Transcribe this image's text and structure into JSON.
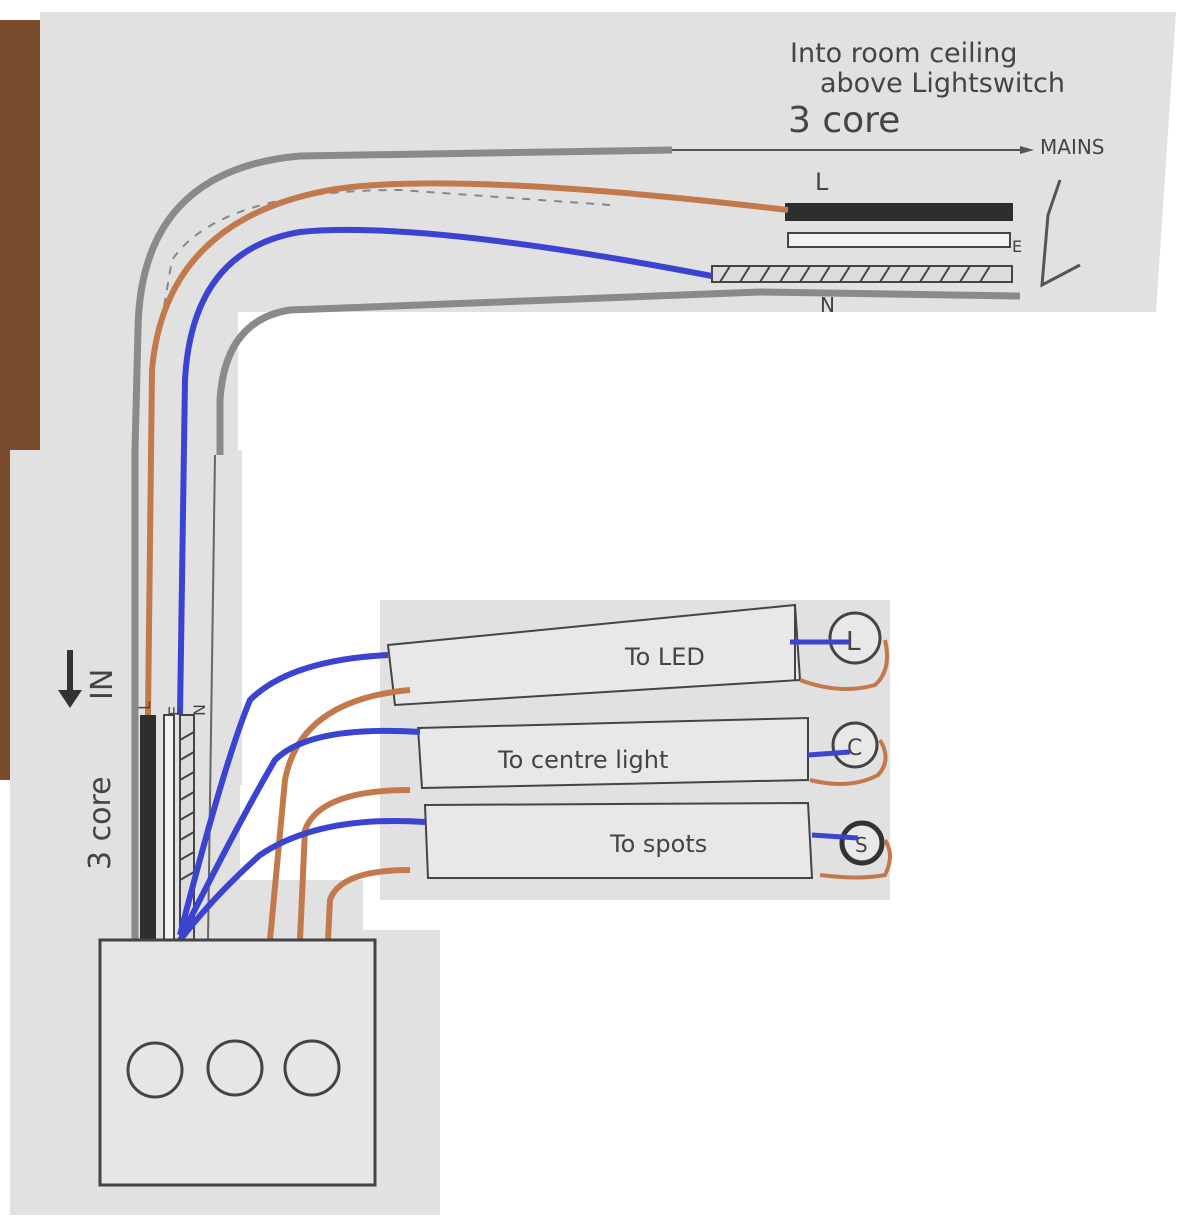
{
  "annotations": {
    "title_line1": "Into room ceiling",
    "title_line2": "above Lightswitch",
    "top_cable": "3 core",
    "mains": "MAINS",
    "live": "L",
    "earth": "E",
    "neutral": "N",
    "in_label": "IN",
    "side_cable": "3 core",
    "wire_l": "L",
    "wire_e": "E",
    "wire_n": "N"
  },
  "cables": [
    {
      "label": "To LED",
      "terminal": "L"
    },
    {
      "label": "To centre light",
      "terminal": "C"
    },
    {
      "label": "To spots",
      "terminal": "S"
    }
  ],
  "switch": {
    "buttons": 3
  },
  "colors": {
    "paper": "#e1e1e1",
    "sheath": "#8a8a8a",
    "live": "#c27a4c",
    "neutral": "#3a44d0",
    "ink": "#3c3c3c",
    "wood": "#7a4a2c"
  }
}
